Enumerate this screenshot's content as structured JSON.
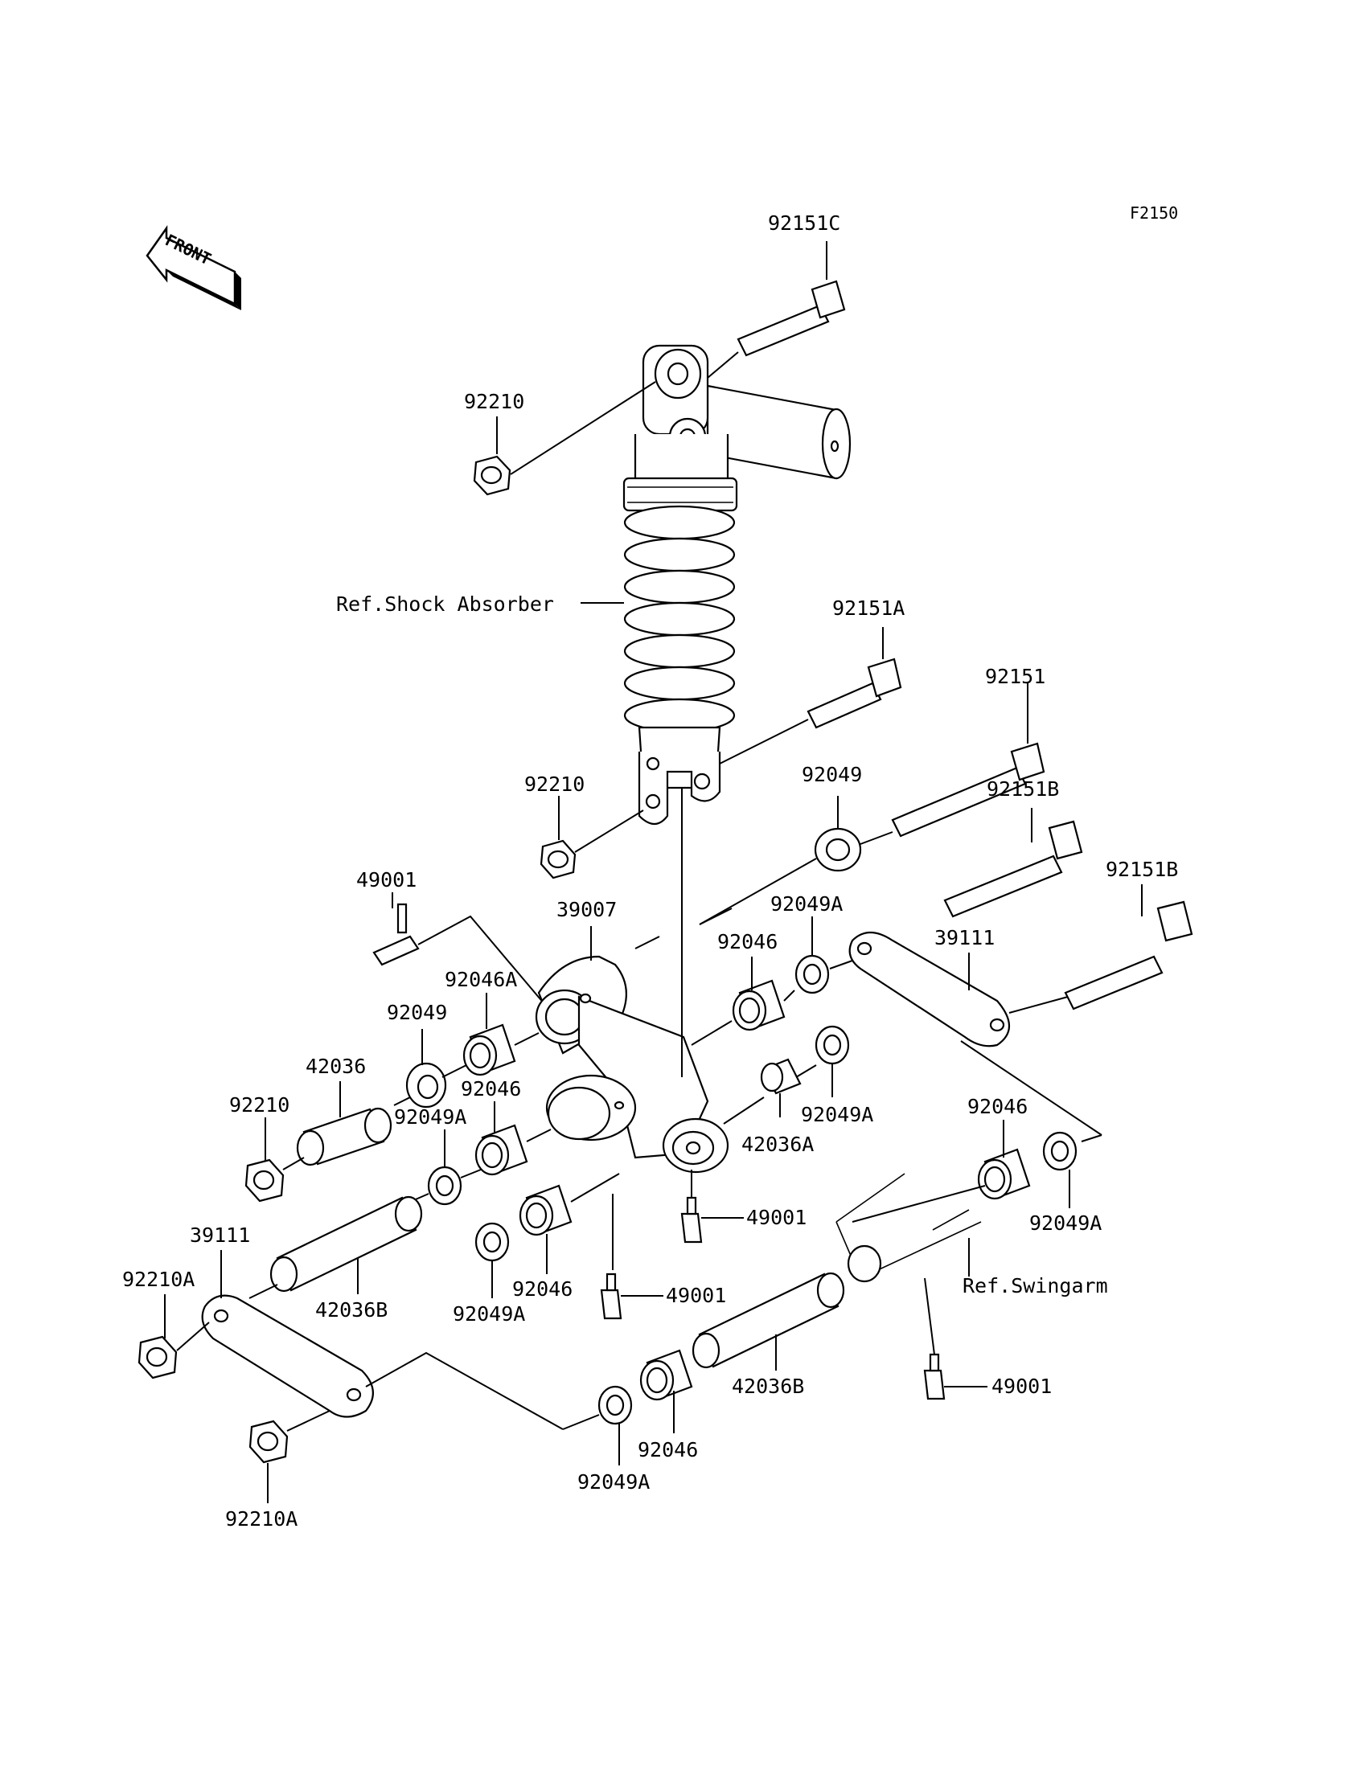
{
  "figure_code": "F2150",
  "front_label": "FRONT",
  "labels": {
    "bolt_top": "92151C",
    "nut_upper": "92210",
    "ref_shock": "Ref.Shock Absorber",
    "bolt_a": "92151A",
    "bolt_b": "92151",
    "nut_mid": "92210",
    "washer_upper_right": "92049",
    "bolt_b1": "92151B",
    "bolt_b2": "92151B",
    "grease_left": "49001",
    "rocker": "39007",
    "washer_a1": "92049A",
    "bearing_right": "92046",
    "rod_right": "39111",
    "bearing_a": "92046A",
    "washer_left": "92049",
    "collar_left": "42036",
    "bearing_left2": "92046",
    "nut_left": "92210",
    "washer_a2": "92049A",
    "washer_a3": "92049A",
    "collar_a": "42036A",
    "grease_center": "49001",
    "bearing_right2": "92046",
    "washer_a4": "92049A",
    "rod_left": "39111",
    "nut_a1": "92210A",
    "collar_b1": "42036B",
    "bearing_low": "92046",
    "washer_a5": "92049A",
    "grease_low": "49001",
    "ref_swingarm": "Ref.Swingarm",
    "grease_right": "49001",
    "collar_b2": "42036B",
    "bearing_bottom": "92046",
    "washer_a6": "92049A",
    "nut_a2": "92210A"
  }
}
